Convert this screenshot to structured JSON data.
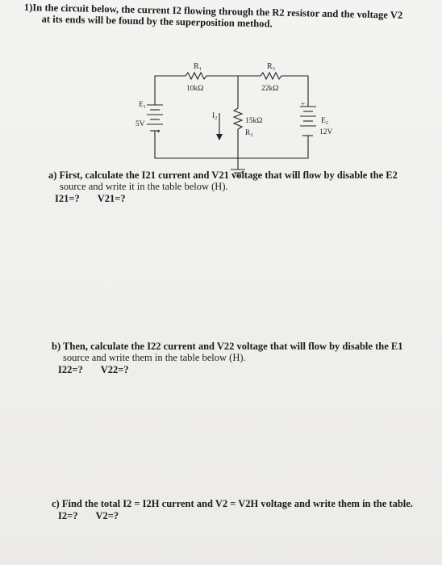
{
  "question": {
    "number": "1)",
    "line1": "In the circuit below, the current I2 flowing through the R2 resistor and the voltage V2",
    "line2": "at its ends will be found by the superposition method."
  },
  "circuit": {
    "r1_label": "R₁",
    "r1_value": "10kΩ",
    "r3_label": "R₃",
    "r3_value": "22kΩ",
    "r2_label": "R₂",
    "r2_value": "15kΩ",
    "i2_label": "I₂",
    "e1_label": "E₁",
    "e1_value": "5V",
    "e2_label": "E₂",
    "e2_value": "12V",
    "plus": "+",
    "minus": "-"
  },
  "part_a": {
    "letter": "a)",
    "line1": "First, calculate the I21 current and V21 voltage that will flow by disable the E2",
    "line2": "source and write it in the table below (H).",
    "q1": "I21=?",
    "q2": "V21=?"
  },
  "part_b": {
    "letter": "b)",
    "line1": "Then, calculate the I22 current and V22 voltage that will flow by disable the E1",
    "line2": "source and write them in the table below (H).",
    "q1": "I22=?",
    "q2": "V22=?"
  },
  "part_c": {
    "letter": "c)",
    "line1": "Find the total I2 = I2H current and V2 = V2H voltage and write them in the table.",
    "q1": "I2=?",
    "q2": "V2=?"
  }
}
